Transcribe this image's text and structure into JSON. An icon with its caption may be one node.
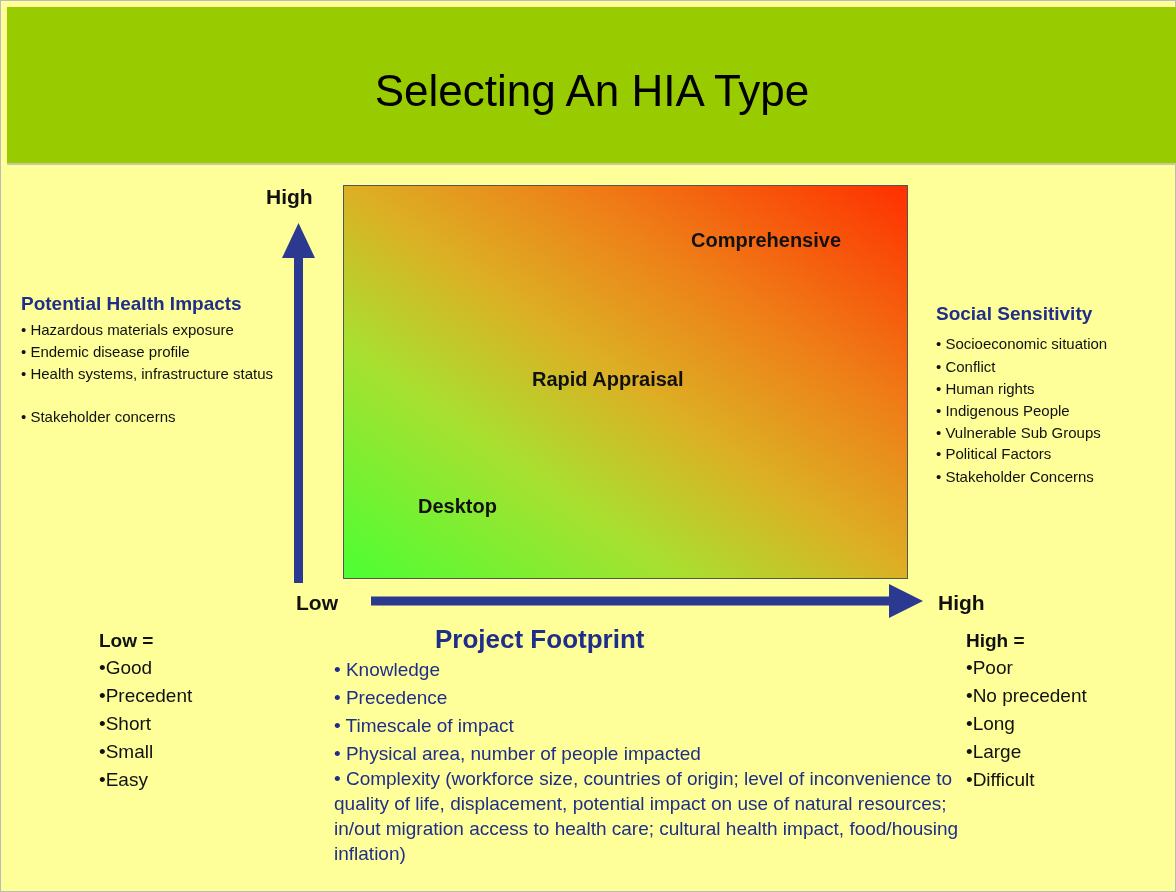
{
  "diagram": {
    "title": "Selecting An HIA Type",
    "nodes": [
      {
        "text": [
          "Comprehensive",
          "Rapid Appraisal",
          "Desktop"
        ]
      }
    ],
    "edges": [],
    "labels": [
      "High",
      "Potential Health Impacts",
      "• Hazardous materials exposure",
      "• Endemic disease profile",
      "• Health systems, infrastructure status",
      "• Stakeholder concerns",
      "Social Sensitivity",
      "• Socioeconomic situation",
      "• Conflict",
      "• Human rights",
      "• Indigenous People",
      "• Vulnerable Sub Groups",
      "• Political Factors",
      "• Stakeholder Concerns",
      "Low",
      "High",
      "Low =",
      "•Good",
      "•Precedent",
      "•Short",
      "•Small",
      "•Easy",
      "Project Footprint",
      "• Knowledge",
      "• Precedence",
      "• Timescale of impact",
      "• Physical area, number of people impacted",
      "• Complexity (workforce size, countries of origin; level of inconvenience to quality of life, displacement, potential impact on use of natural resources; in/out migration access to health care; cultural health impact, food/housing inflation)",
      "High =",
      "•Poor",
      "•No precedent",
      "•Long",
      "•Large",
      "•Difficult"
    ]
  }
}
